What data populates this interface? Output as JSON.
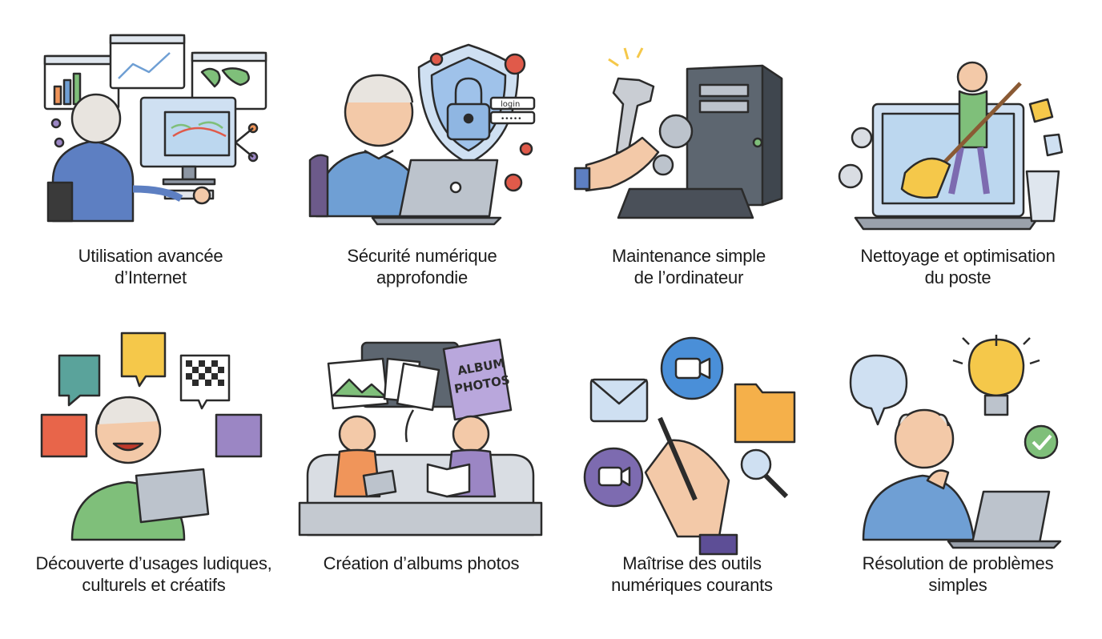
{
  "cards": [
    {
      "line1": "Utilisation avancée",
      "line2": "d’Internet"
    },
    {
      "line1": "Sécurité numérique",
      "line2": "approfondie"
    },
    {
      "line1": "Maintenance simple",
      "line2": "de l’ordinateur"
    },
    {
      "line1": "Nettoyage et optimisation",
      "line2": "du poste"
    },
    {
      "line1": "Découverte d’usages ludiques,",
      "line2": "culturels et créatifs"
    },
    {
      "line1": "Création d’albums photos",
      "line2": ""
    },
    {
      "line1": "Maîtrise des outils",
      "line2": "numériques courants"
    },
    {
      "line1": "Résolution de problèmes",
      "line2": "simples"
    }
  ],
  "illustrations": {
    "security": {
      "login_label": "login",
      "password_mask": "•••••"
    },
    "albums": {
      "album_title_1": "ALBUM",
      "album_title_2": "PHOTOS"
    }
  },
  "colors": {
    "outline": "#2b2b2b",
    "blue_shirt": "#6f9fd4",
    "green_shirt": "#7fbf7a",
    "orange": "#f0955a",
    "purple": "#9b86c4",
    "yellow": "#f5c84a",
    "light_gray": "#d9dde3"
  }
}
